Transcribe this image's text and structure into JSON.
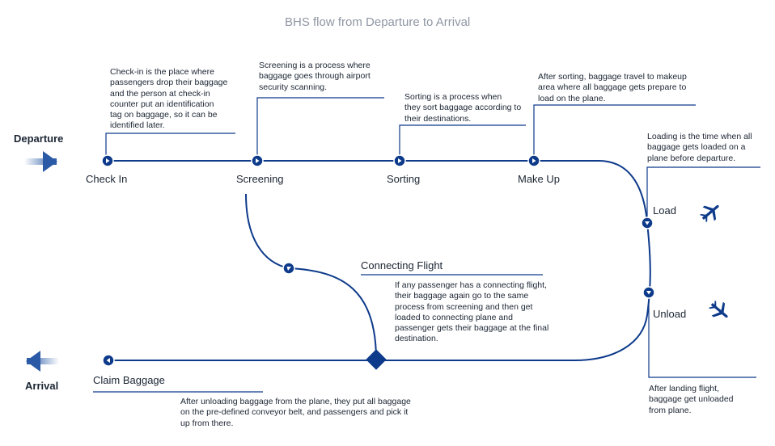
{
  "title": "BHS flow from Departure to Arrival",
  "departure_label": "Departure",
  "arrival_label": "Arrival",
  "stages": {
    "checkin": "Check In",
    "screening": "Screening",
    "sorting": "Sorting",
    "makeup": "Make Up",
    "load": "Load",
    "unload": "Unload",
    "connecting": "Connecting Flight",
    "claim": "Claim Baggage"
  },
  "notes": {
    "checkin": "Check-in is the place where\npassengers drop their baggage\nand the person at check-in\ncounter put an identification\ntag on baggage, so it can be\nidentified later.",
    "screening": "Screening is a process where\nbaggage goes through airport\nsecurity scanning.",
    "sorting": "Sorting is a process when\nthey sort baggage according to\ntheir destinations.",
    "makeup": "After sorting, baggage travel to makeup\narea where all baggage gets prepare to\nload on the plane.",
    "load": "Loading is the time when all\nbaggage gets loaded on a\nplane before departure.",
    "connecting": "If any passenger has a connecting flight,\ntheir baggage again go to the same\nprocess from screening and then get\nloaded to connecting plane and\npassenger gets their baggage at the final\ndestination.",
    "unload": "After landing flight,\nbaggage get unloaded\nfrom plane.",
    "claim": "After unloading baggage from the plane, they put all baggage\non the pre-defined conveyor belt, and passengers and pick it\nup from there."
  },
  "colors": {
    "flow": "#0d3a8a",
    "title": "#8f96a3",
    "text": "#1b2533"
  },
  "icons": {
    "departure": "arrow-right-icon",
    "arrival": "arrow-left-icon",
    "load": "airplane-takeoff-icon",
    "unload": "airplane-landing-icon"
  }
}
